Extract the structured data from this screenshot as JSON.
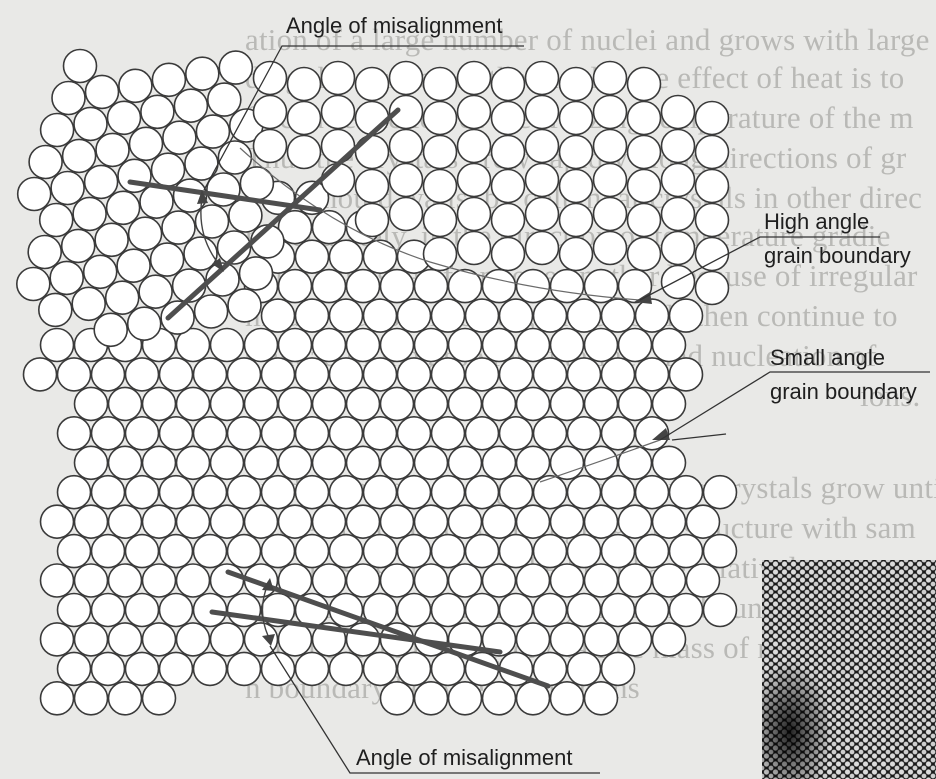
{
  "labels": {
    "angle_top": "Angle of misalignment",
    "high_angle_1": "High angle",
    "high_angle_2": "grain boundary",
    "small_angle_1": "Small angle",
    "small_angle_2": "grain boundary",
    "angle_bottom": "Angle of misalignment"
  },
  "background_text": [
    "ation of a large number of nuclei and grows with large",
    "ding the surface of the mould, the effect of heat is to",
    "ffect a reduction of the freezing temperature of the m",
    "Thus the crystals grow rapidly along directions of gr",
    "e the mould walls, by columnar crystals in other direc",
    "ry separately, in the direction of temperature gradie",
    "e distinguished from one another because of irregular",
    "mould walls and so on, the crystals then continue to",
    "s ahead of the growing interface and nucleation of",
    "ions.",
    "",
    "ould is narrow enough, the columnar crystals grow until",
    "uld tends to become a single grain structure with sam",
    "like those growing in the liquid are relatively",
    "ed by the growing crystal, the grain boundaries also",
    "s of the liquid, a polycrystalline mass of material and",
    "n boundary between two grains"
  ],
  "colors": {
    "circle_stroke": "#3a3a3a",
    "line": "#555555",
    "background": "#e9e9e7"
  }
}
